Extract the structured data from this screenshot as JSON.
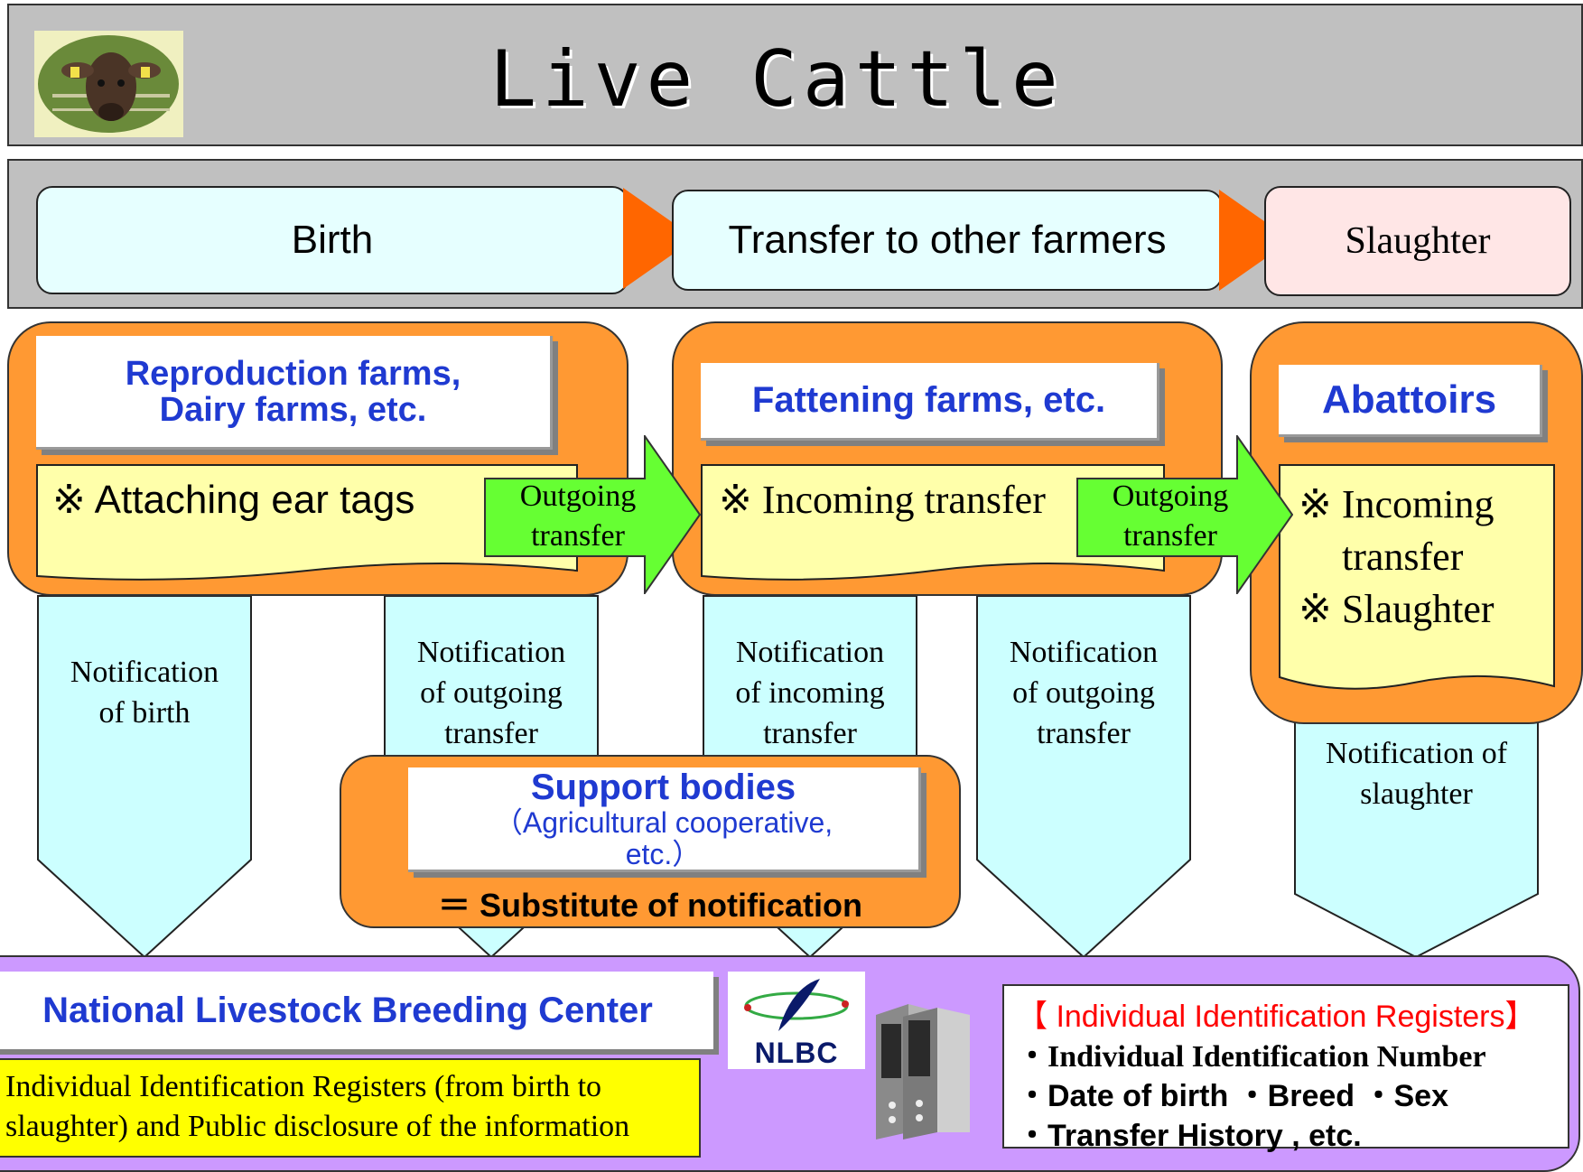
{
  "title": "Live Cattle",
  "stages": {
    "birth": "Birth",
    "transfer": "Transfer to other farmers",
    "slaughter": "Slaughter"
  },
  "farms": {
    "reproduction": {
      "line1": "Reproduction farms,",
      "line2": "Dairy farms, etc.",
      "note": "※ Attaching ear tags"
    },
    "fattening": {
      "label": "Fattening farms, etc.",
      "note": "※ Incoming transfer"
    },
    "abattoirs": {
      "label": "Abattoirs",
      "note1": "※ Incoming",
      "note2": "transfer",
      "note3": "※ Slaughter"
    }
  },
  "outgoing_arrow": {
    "line1": "Outgoing",
    "line2": "transfer"
  },
  "notifications": {
    "birth": [
      "Notification",
      "of birth"
    ],
    "outgoing_1": [
      "Notification",
      "of outgoing",
      "transfer"
    ],
    "incoming": [
      "Notification",
      "of incoming",
      "transfer"
    ],
    "outgoing_2": [
      "Notification",
      "of outgoing",
      "transfer"
    ],
    "slaughter": [
      "Notification of",
      "slaughter"
    ]
  },
  "support": {
    "title": "Support bodies",
    "sub1": "（Agricultural cooperative,",
    "sub2": "etc.）",
    "substitute": "＝ Substitute of notification"
  },
  "nlbc": {
    "name": "National Livestock Breeding Center",
    "desc1": "Individual Identification Registers (from birth to",
    "desc2": "slaughter) and Public disclosure of the information",
    "logo_text": "NLBC"
  },
  "registers": {
    "title": "【 Individual Identification Registers】",
    "line1": "・Individual Identification Number",
    "line2": "・Date of birth ・Breed ・Sex",
    "line3": "・Transfer History , etc."
  },
  "colors": {
    "orange": "#ff9933",
    "arrow_orange": "#ff6600",
    "green_arrow": "#66ff33",
    "light_cyan": "#ccffff",
    "label_blue": "#1f3ad1",
    "purple_band": "#cc99ff",
    "register_red": "#ff0000"
  }
}
